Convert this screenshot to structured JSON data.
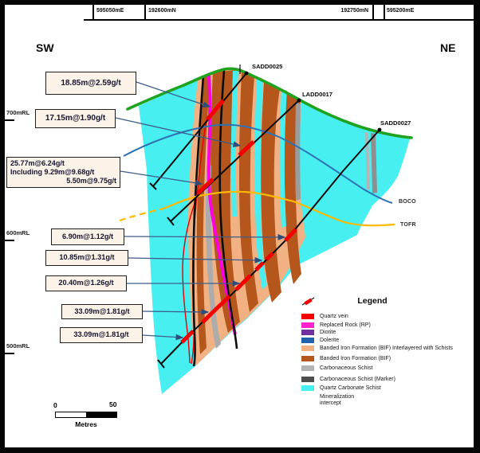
{
  "header": {
    "ruler": [
      "595050mE",
      "192600mN",
      "192750mN",
      "595200mE"
    ],
    "corner_left": "SW",
    "corner_right": "NE"
  },
  "axis": {
    "rl": [
      "700mRL",
      "600mRL",
      "500mRL"
    ]
  },
  "drillholes": [
    {
      "name": "SADD0025"
    },
    {
      "name": "LADD0017"
    },
    {
      "name": "SADD0027"
    }
  ],
  "surfaces": {
    "boco": "BOCO",
    "tofr": "TOFR"
  },
  "annotations": [
    {
      "lines": [
        "18.85m@2.59g/t"
      ]
    },
    {
      "lines": [
        "17.15m@1.90g/t"
      ]
    },
    {
      "lines": [
        "25.77m@6.24g/t",
        "Including 9.29m@9.68g/t",
        "5.50m@9.75g/t"
      ]
    },
    {
      "lines": [
        "6.90m@1.12g/t"
      ]
    },
    {
      "lines": [
        "10.85m@1.31g/t"
      ]
    },
    {
      "lines": [
        "20.40m@1.26g/t"
      ]
    },
    {
      "lines": [
        "33.09m@1.81g/t"
      ]
    },
    {
      "lines": [
        "33.09m@1.81g/t"
      ]
    }
  ],
  "legend": {
    "title": "Legend",
    "items": [
      {
        "label": "Quartz vein",
        "color": "#F40000"
      },
      {
        "label": "Replaced Rock (RP)",
        "color": "#FF22CC"
      },
      {
        "label": "Diorite",
        "color": "#7030A0"
      },
      {
        "label": "Dolerite",
        "color": "#2062AE"
      },
      {
        "label": "Banded Iron Formation (BIF) Interlayered with Schists",
        "color": "#F2B183"
      },
      {
        "label": "Banded Iron Formation (BIF)",
        "color": "#B5571C"
      },
      {
        "label": "Carbonaceous Schist",
        "color": "#B3B3B3"
      },
      {
        "label": "Carbonaceous Schist (Marker)",
        "color": "#4D4D4D"
      },
      {
        "label": "Quartz Carbonate Schist",
        "color": "#48EFF1"
      },
      {
        "label": "Mineralization",
        "label2": "intercept",
        "color": "#F40000",
        "icon": "mineralization-intercept-icon"
      }
    ]
  },
  "scalebar": {
    "start": "0",
    "end": "50",
    "unit": "Metres"
  },
  "colors": {
    "topography": "#1FA31F",
    "quartz_carbonate_schist": "#48EFF1",
    "bif_interlayered": "#F2B183",
    "bif": "#B5571C",
    "replaced_rock": "#FF00E0",
    "quartz_vein": "#F40000",
    "boco_line": "#2E74B5",
    "tofr_line": "#FFB900",
    "leader": "#3E5C8C"
  }
}
